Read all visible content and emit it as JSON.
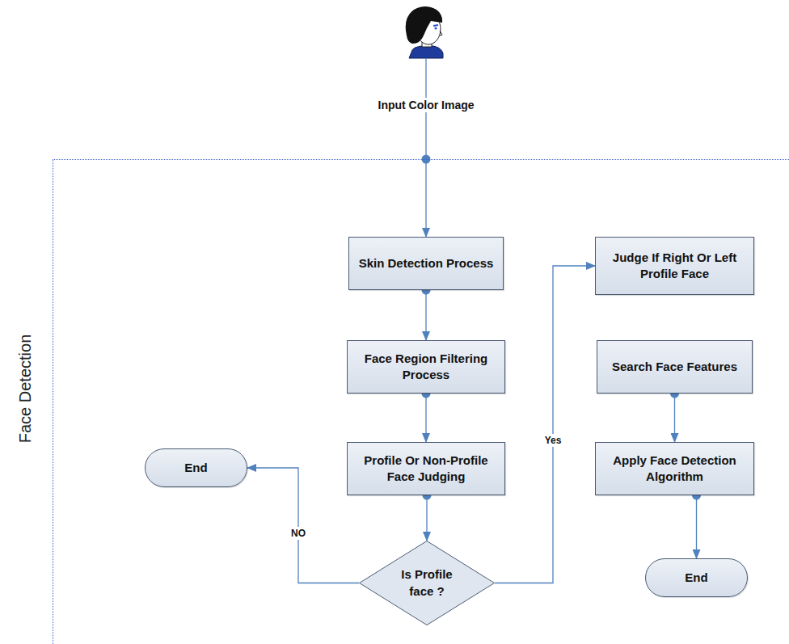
{
  "diagram": {
    "nodes": [
      {
        "text": [
          "Face Detection"
        ]
      },
      {
        "text": [
          "Skin Detection Process"
        ],
        "in": 0
      },
      {
        "text": [
          "Face Region Filtering Process"
        ],
        "in": 0
      },
      {
        "text": [
          "Profile Or Non-Profile Face Judging"
        ],
        "in": 0
      },
      {
        "text": [
          "Is Profile face ?"
        ],
        "in": 0
      },
      {
        "text": [
          "End"
        ],
        "in": 0
      },
      {
        "text": [
          "Judge If Right Or Left Profile Face"
        ],
        "in": 0
      },
      {
        "text": [
          "Search Face Features"
        ],
        "in": 0
      },
      {
        "text": [
          "Apply Face Detection Algorithm"
        ],
        "in": 0
      },
      {
        "text": [
          "End"
        ],
        "in": 0
      }
    ],
    "edges": [
      {
        "from": 0,
        "to": 1,
        "arrow": "to"
      },
      {
        "from": 1,
        "to": 2,
        "arrow": "to"
      },
      {
        "from": 2,
        "to": 3,
        "arrow": "to"
      },
      {
        "from": 3,
        "to": 4,
        "arrow": "to"
      },
      {
        "from": 4,
        "to": 5,
        "label": "NO",
        "arrow": "to"
      },
      {
        "from": 4,
        "to": 6,
        "label": "Yes",
        "arrow": "to"
      },
      {
        "from": 7,
        "to": 8,
        "arrow": "to"
      },
      {
        "from": 8,
        "to": 9,
        "arrow": "to"
      }
    ],
    "labels": [
      "Input Color Image"
    ]
  }
}
